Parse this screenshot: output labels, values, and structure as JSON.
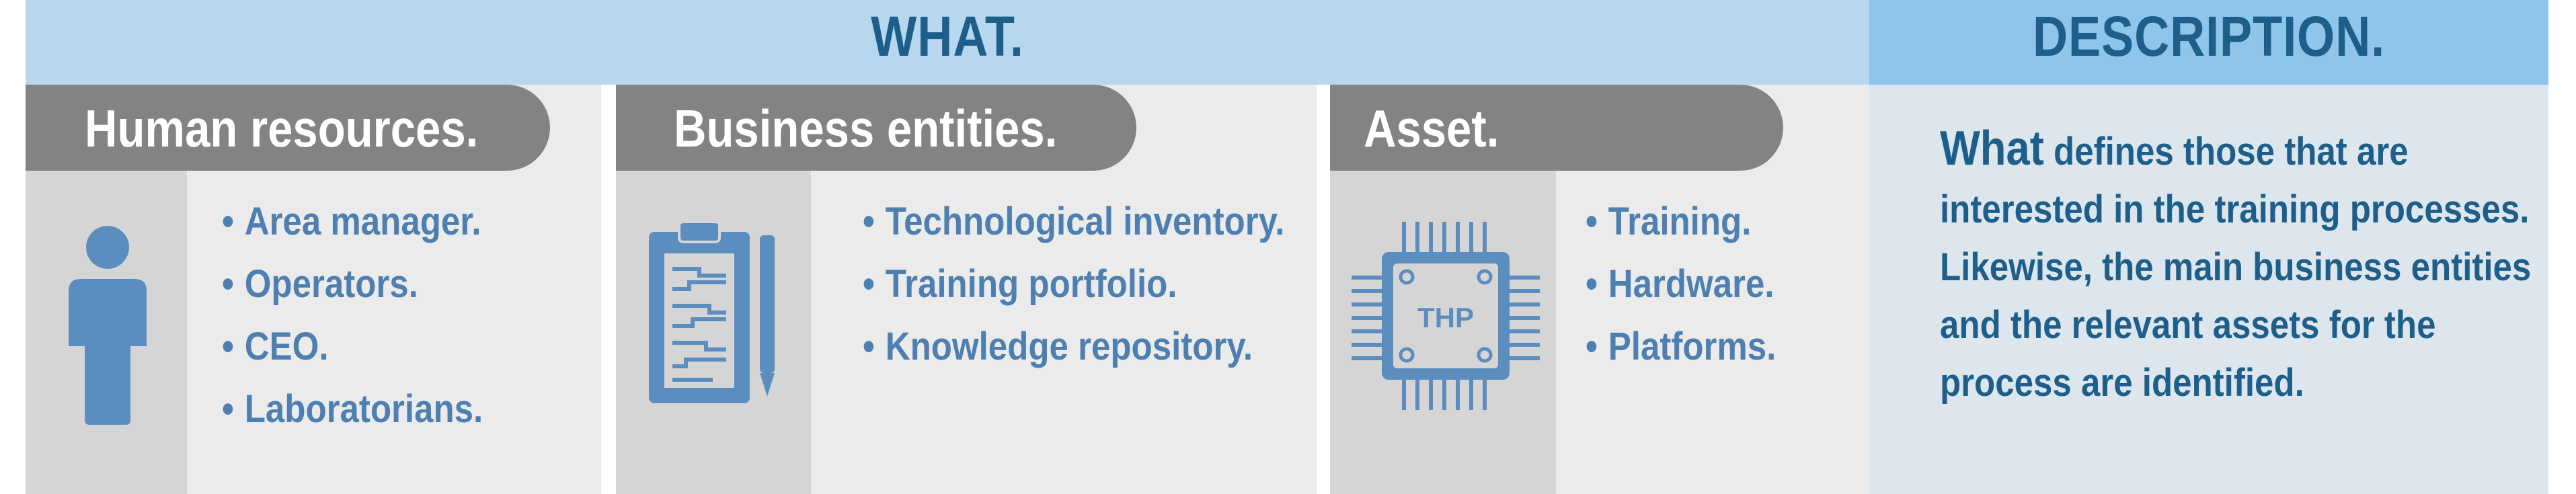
{
  "header": {
    "what_title": "WHAT.",
    "description_title": "DESCRIPTION."
  },
  "sections": [
    {
      "title": "Human resources.",
      "icon": "person-icon",
      "items": [
        "Area manager.",
        "Operators.",
        "CEO.",
        "Laboratorians."
      ]
    },
    {
      "title": "Business entities.",
      "icon": "clipboard-icon",
      "items": [
        "Technological inventory.",
        "Training portfolio.",
        "Knowledge repository."
      ]
    },
    {
      "title": "Asset.",
      "icon": "chip-icon",
      "chip_label": "THP",
      "items": [
        "Training.",
        "Hardware.",
        "Platforms."
      ]
    }
  ],
  "description": {
    "lead": "What",
    "line1": " defines those that are",
    "line2": "interested in the training processes.",
    "line3": "Likewise, the main business entities",
    "line4": "and the relevant assets for the",
    "line5": "process are identified."
  },
  "colors": {
    "banner": "#b7d7ef",
    "description_banner": "#8fc5ea",
    "title_text": "#1d5f8a",
    "tab": "#838383",
    "icon": "#5b8ebf",
    "list_text": "#4d7fb1"
  }
}
